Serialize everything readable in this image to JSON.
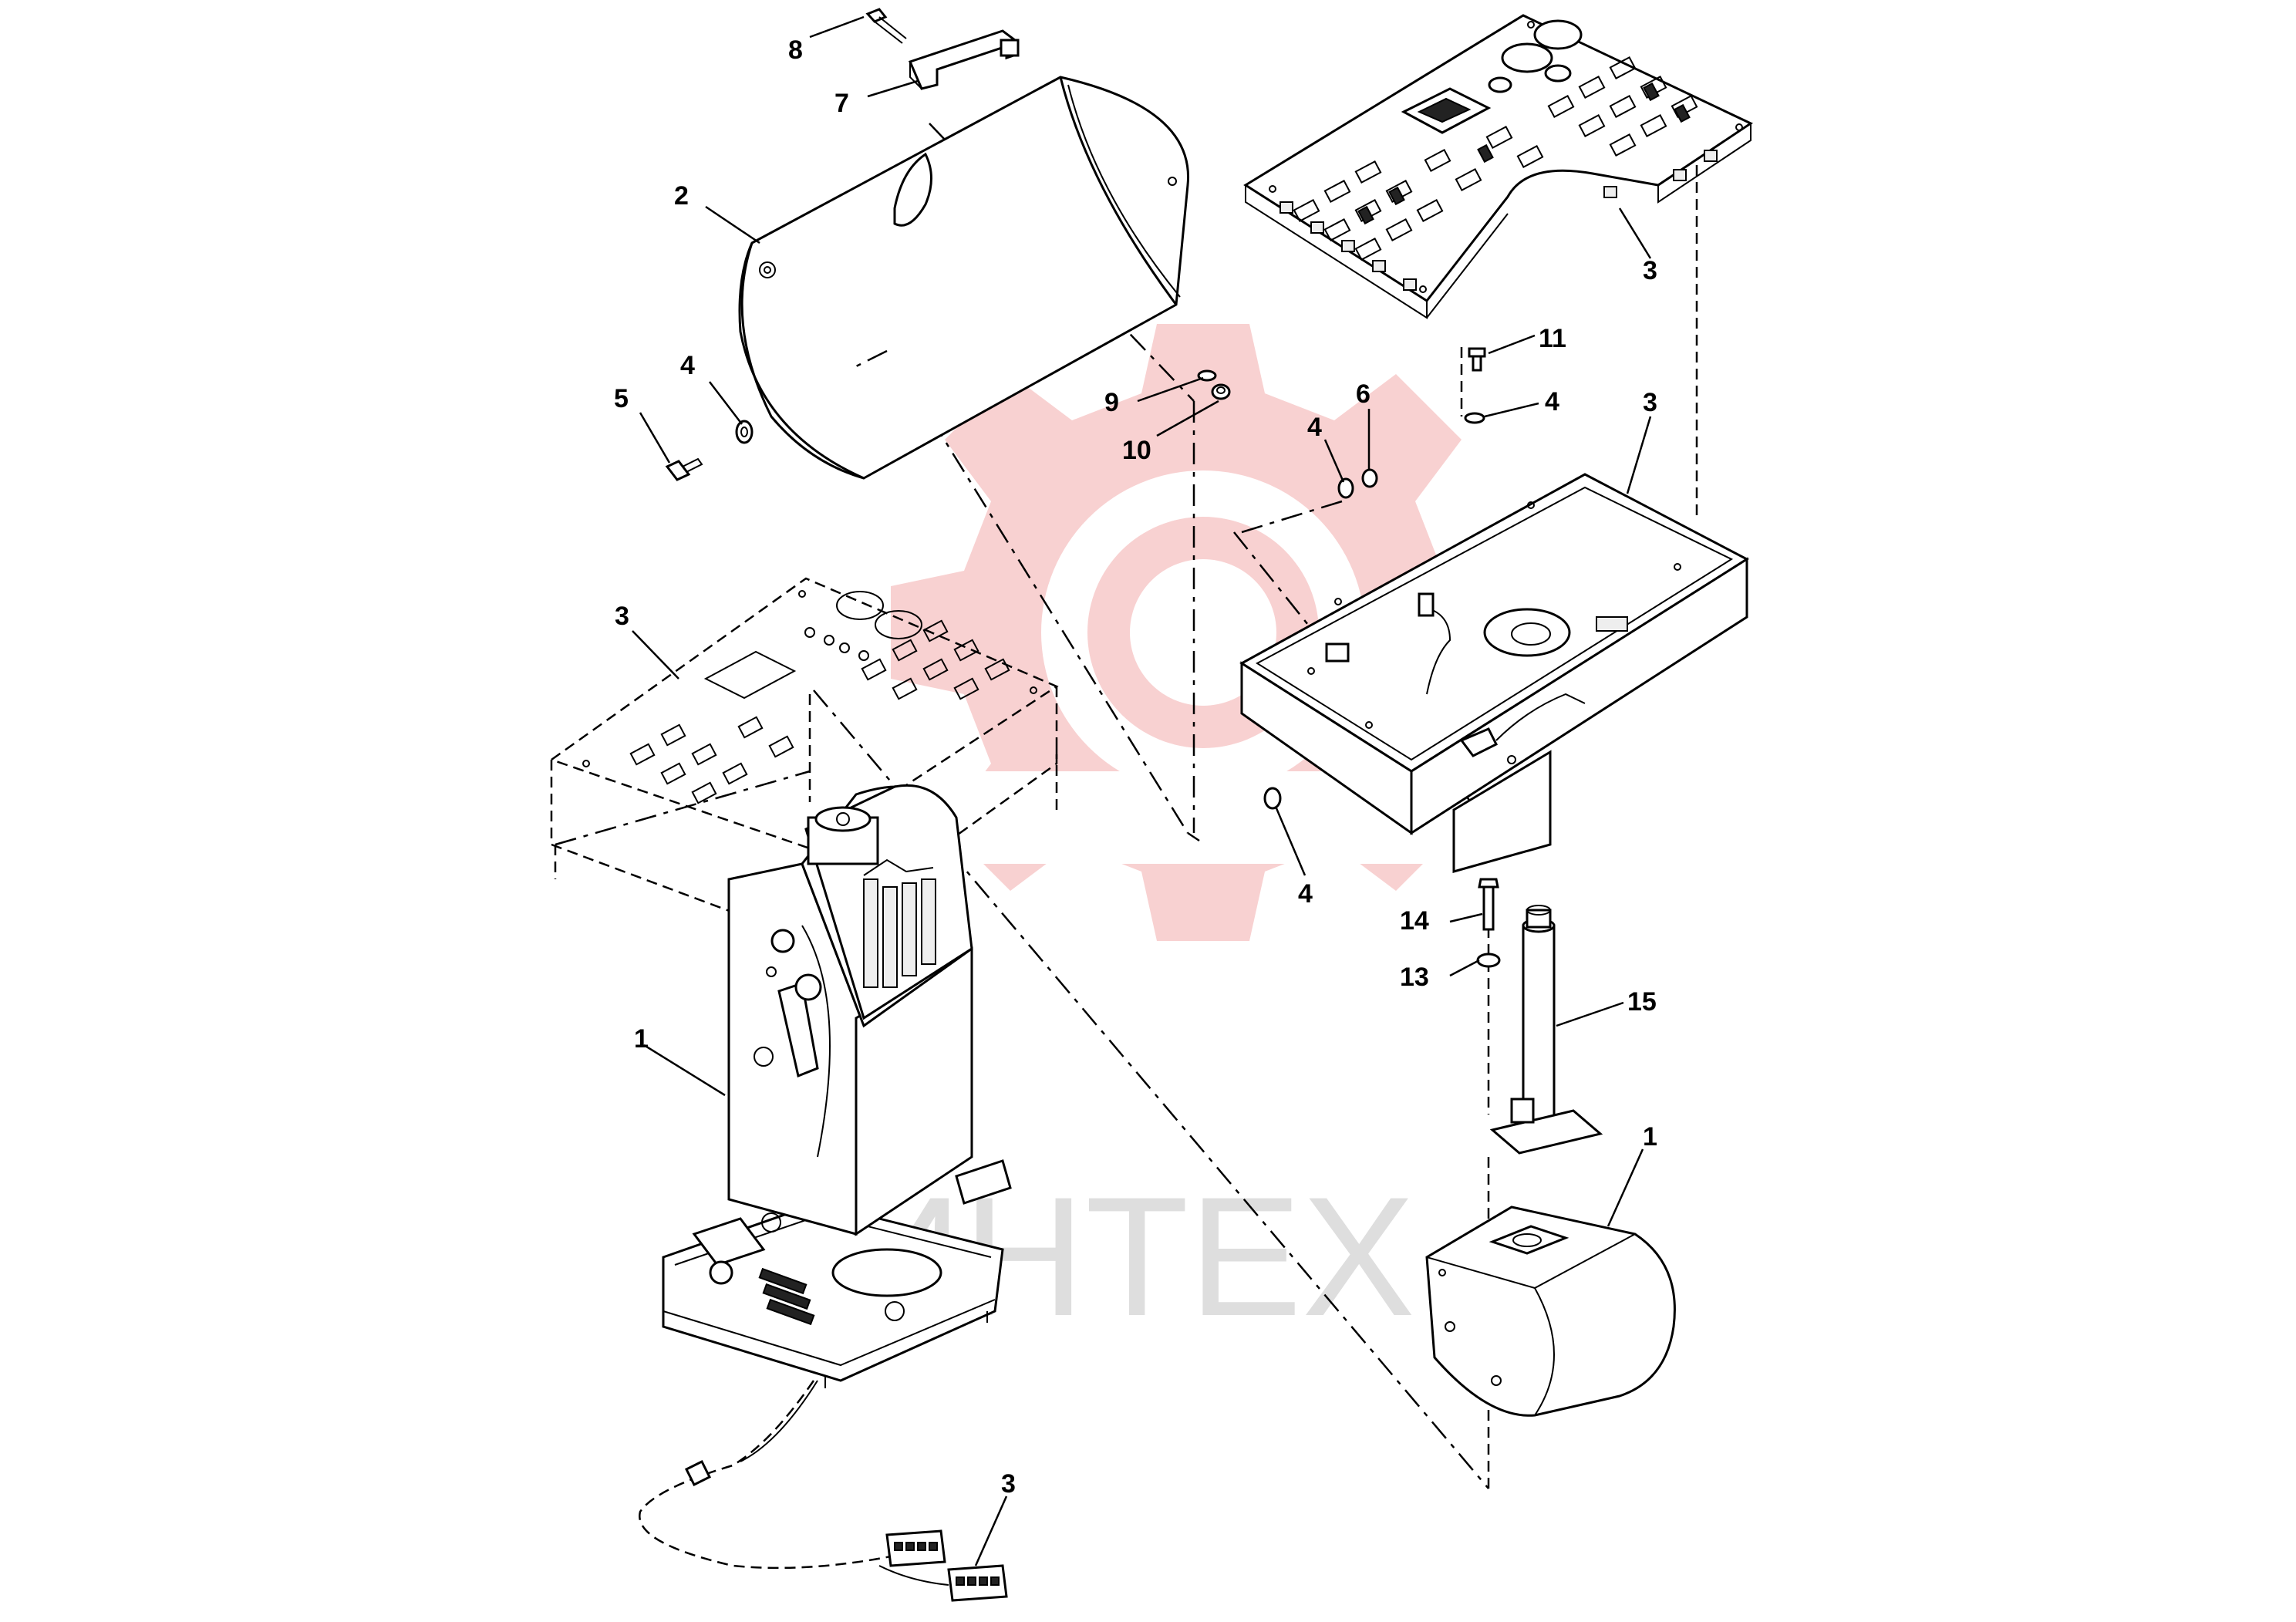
{
  "watermark": {
    "text": "ИНТЕХ",
    "gear_color": "#f7c9c9",
    "text_color": "#d8d8d8"
  },
  "callouts": [
    {
      "id": "c8",
      "label": "8"
    },
    {
      "id": "c7",
      "label": "7"
    },
    {
      "id": "c2",
      "label": "2"
    },
    {
      "id": "c4a",
      "label": "4"
    },
    {
      "id": "c5",
      "label": "5"
    },
    {
      "id": "c9",
      "label": "9"
    },
    {
      "id": "c10",
      "label": "10"
    },
    {
      "id": "c3a",
      "label": "3"
    },
    {
      "id": "c11",
      "label": "11"
    },
    {
      "id": "c4b",
      "label": "4"
    },
    {
      "id": "c3b",
      "label": "3"
    },
    {
      "id": "c4c",
      "label": "4"
    },
    {
      "id": "c6",
      "label": "6"
    },
    {
      "id": "c3c",
      "label": "3"
    },
    {
      "id": "c4d",
      "label": "4"
    },
    {
      "id": "c14",
      "label": "14"
    },
    {
      "id": "c13",
      "label": "13"
    },
    {
      "id": "c15",
      "label": "15"
    },
    {
      "id": "c1a",
      "label": "1"
    },
    {
      "id": "c1b",
      "label": "1"
    },
    {
      "id": "c3d",
      "label": "3"
    }
  ]
}
